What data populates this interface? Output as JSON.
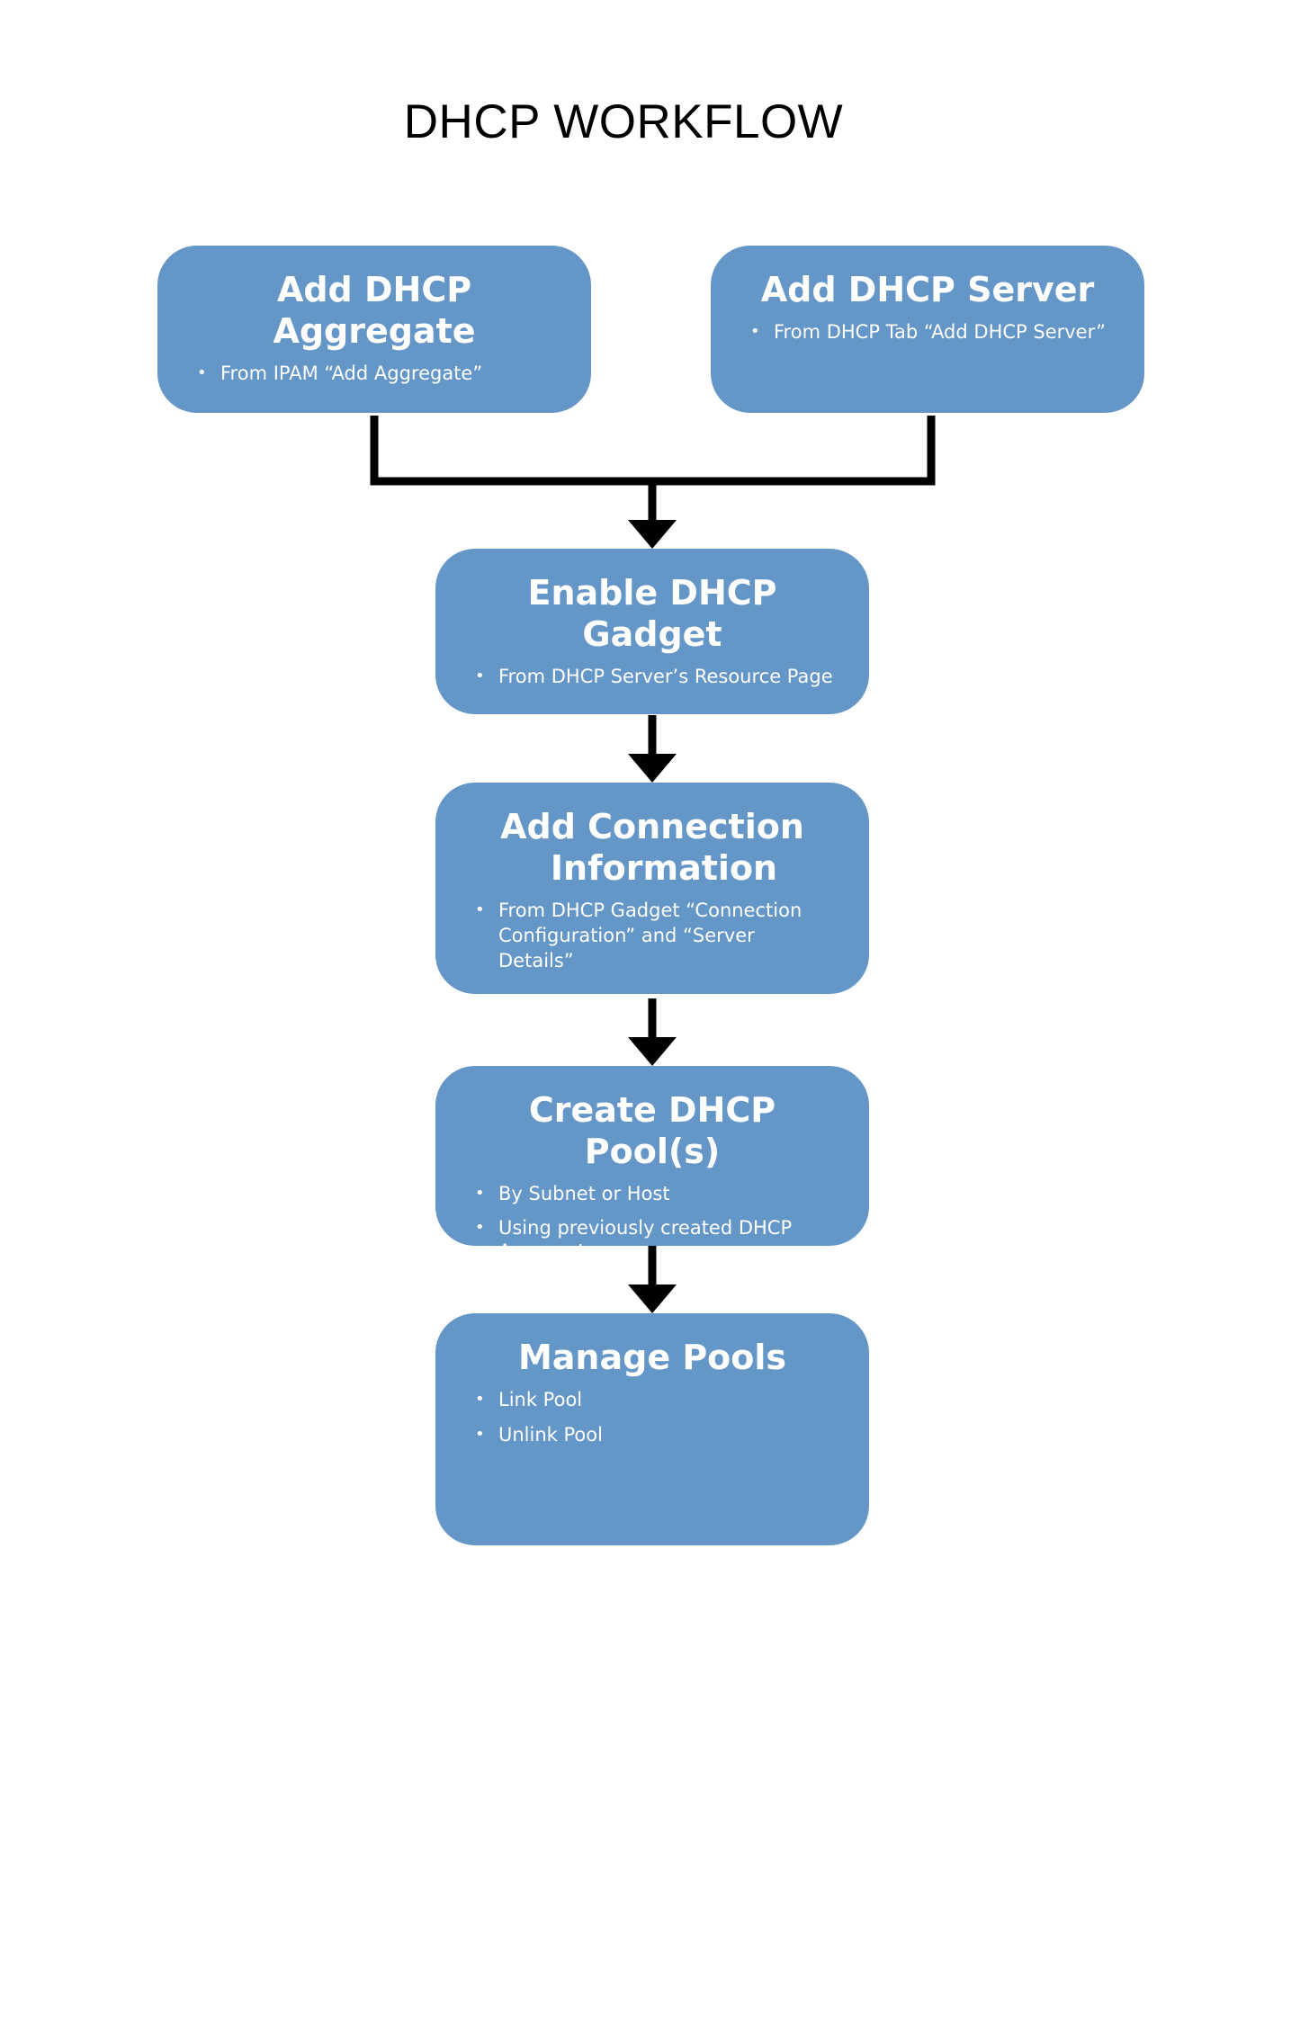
{
  "title": "DHCP WORKFLOW",
  "colors": {
    "box_fill": "#6496C8",
    "box_text": "#FFFFFF",
    "connector": "#000000"
  },
  "boxes": {
    "aggregate": {
      "title": "Add DHCP Aggregate",
      "bullets": [
        "From  IPAM “Add Aggregate”"
      ]
    },
    "server": {
      "title": "Add DHCP Server",
      "bullets": [
        "From  DHCP Tab “Add DHCP Server”"
      ]
    },
    "gadget": {
      "title": "Enable DHCP Gadget",
      "bullets": [
        "From  DHCP Server’s Resource Page"
      ]
    },
    "connection": {
      "title_line1": "Add Connection",
      "title_line2": "Information",
      "bullets": [
        "From  DHCP Gadget “Connection Configuration” and “Server Details”"
      ]
    },
    "pools": {
      "title": "Create DHCP Pool(s)",
      "bullets": [
        "By Subnet or Host",
        "Using previously created DHCP Aggregate"
      ]
    },
    "manage": {
      "title": "Manage Pools",
      "bullets": [
        "Link Pool",
        "Unlink Pool"
      ]
    }
  }
}
